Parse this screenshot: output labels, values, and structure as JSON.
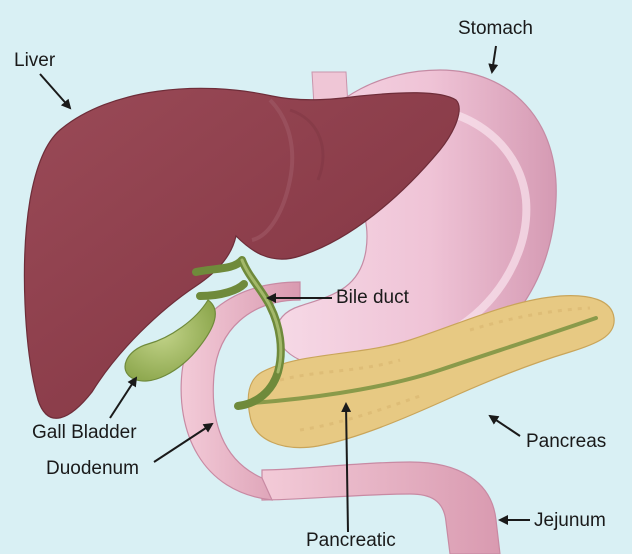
{
  "labels": {
    "stomach": "Stomach",
    "liver": "Liver",
    "bile_duct": "Bile duct",
    "gall_bladder": "Gall Bladder",
    "pancreas": "Pancreas",
    "duodenum": "Duodenum",
    "jejunum": "Jejunum",
    "pancreatic": "Pancreatic"
  },
  "colors": {
    "background": "#d9f0f4",
    "liver": "#8c3f4c",
    "stomach": "#eab9ce",
    "pancreas": "#e7c983",
    "gall_bladder": "#9db55a",
    "bile_duct": "#6f8a3b",
    "duodenum": "#e9b3c4",
    "label_text": "#1a1a1a"
  }
}
